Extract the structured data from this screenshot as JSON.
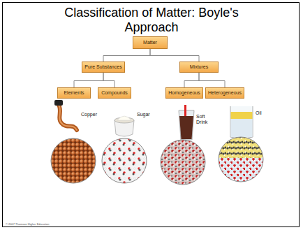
{
  "diagram": {
    "title": "Classification of Matter: Boyle's Approach",
    "nodes": [
      {
        "text": [
          "Matter"
        ]
      },
      {
        "text": [
          "Pure Substances"
        ]
      },
      {
        "text": [
          "Mixtures"
        ]
      },
      {
        "text": [
          "Elements"
        ]
      },
      {
        "text": [
          "Compounds"
        ]
      },
      {
        "text": [
          "Homogeneous"
        ]
      },
      {
        "text": [
          "Heterogeneous"
        ]
      }
    ],
    "edges": [
      {
        "from": 0,
        "to": 1,
        "arrow": "none"
      },
      {
        "from": 0,
        "to": 2,
        "arrow": "none"
      },
      {
        "from": 1,
        "to": 3,
        "arrow": "none"
      },
      {
        "from": 1,
        "to": 4,
        "arrow": "none"
      },
      {
        "from": 2,
        "to": 5,
        "arrow": "none"
      },
      {
        "from": 2,
        "to": 6,
        "arrow": "none"
      }
    ],
    "labels": [
      "Copper",
      "Sugar",
      "Soft Drink",
      "Oil",
      "© 2007 Thomson Higher Education"
    ]
  }
}
